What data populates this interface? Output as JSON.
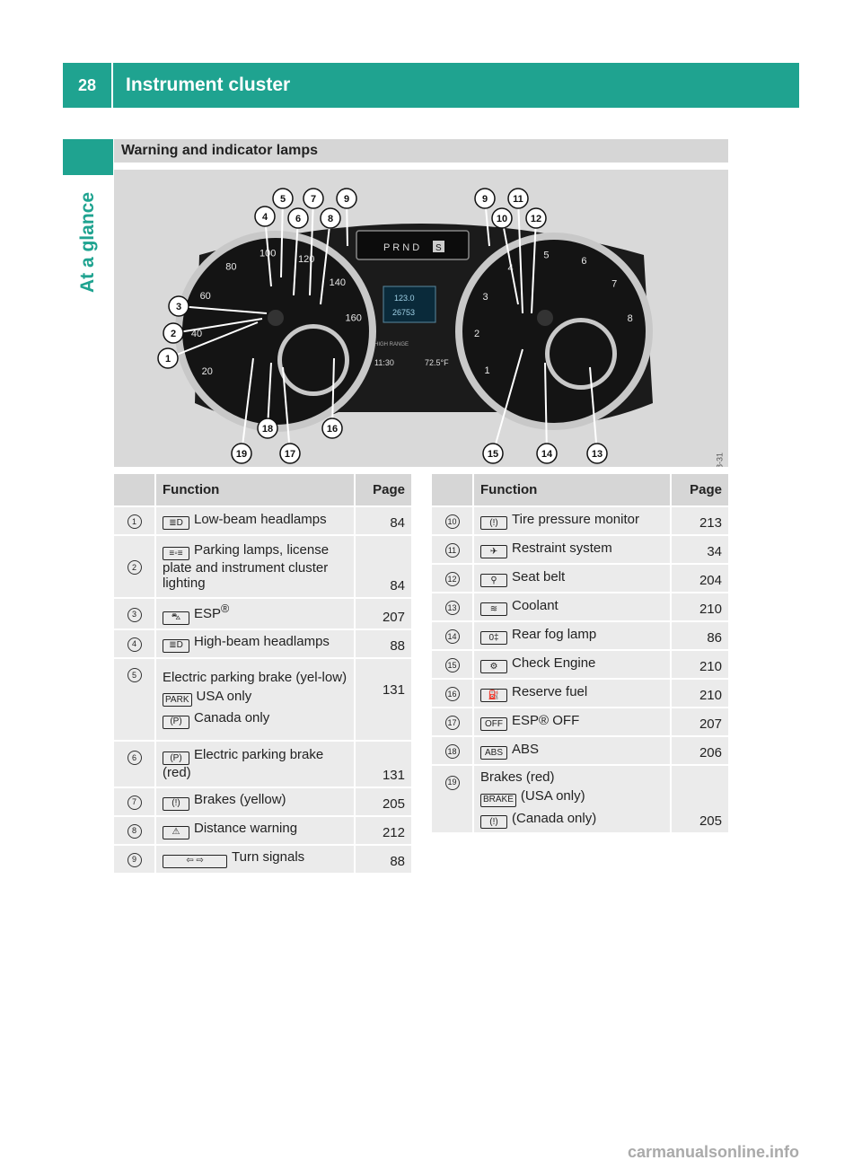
{
  "header": {
    "page_number": "28",
    "title": "Instrument cluster",
    "side_label": "At a glance"
  },
  "section": {
    "title": "Warning and indicator lamps"
  },
  "figure": {
    "id": "P54.33-4438-31",
    "display": {
      "gear": "P R N D",
      "gear_badge": "S",
      "odometer_trip": "123.0",
      "odometer_total": "26753",
      "label_high_range": "HIGH RANGE",
      "time": "11:30",
      "temp": "72.5°F"
    },
    "speedo_ticks": [
      "20",
      "40",
      "60",
      "80",
      "100",
      "120",
      "140",
      "160"
    ],
    "tacho_ticks": [
      "1",
      "2",
      "3",
      "4",
      "5",
      "6",
      "7",
      "8"
    ],
    "callouts": [
      "1",
      "2",
      "3",
      "4",
      "5",
      "6",
      "7",
      "8",
      "9",
      "9",
      "10",
      "11",
      "12",
      "13",
      "14",
      "15",
      "16",
      "17",
      "18",
      "19"
    ]
  },
  "table_headers": {
    "function": "Function",
    "page": "Page"
  },
  "left_rows": [
    {
      "num": "1",
      "icon": "≣D",
      "icon_name": "low-beam-icon",
      "text": "Low-beam headlamps",
      "page": "84"
    },
    {
      "num": "2",
      "icon": "≡◦≡",
      "icon_name": "parking-lamps-icon",
      "text": "Parking lamps, license plate and instrument cluster lighting",
      "page": "84"
    },
    {
      "num": "3",
      "icon": "⛍",
      "icon_name": "esp-icon",
      "text": "ESP",
      "page": "207"
    },
    {
      "num": "4",
      "icon": "≣D",
      "icon_name": "high-beam-icon",
      "text": "High-beam headlamps",
      "page": "88"
    },
    {
      "num": "5",
      "text": "Electric parking brake (yel-low)",
      "page": "131",
      "sub": [
        {
          "icon": "PARK",
          "icon_name": "park-icon",
          "text": "USA only"
        },
        {
          "icon": "(P)",
          "icon_name": "parking-brake-icon",
          "text": "Canada only"
        }
      ]
    },
    {
      "num": "6",
      "icon": "(P)",
      "icon_name": "parking-brake-red-icon",
      "text": "Electric parking brake (red)",
      "page": "131"
    },
    {
      "num": "7",
      "icon": "(!)",
      "icon_name": "brake-yellow-icon",
      "text": "Brakes (yellow)",
      "page": "205"
    },
    {
      "num": "8",
      "icon": "⚠",
      "icon_name": "distance-warning-icon",
      "text": "Distance warning",
      "page": "212"
    },
    {
      "num": "9",
      "icon": "⇦ ⇨",
      "icon_name": "turn-signals-icon",
      "text": "Turn signals",
      "page": "88"
    }
  ],
  "right_rows": [
    {
      "num": "10",
      "icon": "(!)",
      "icon_name": "tire-pressure-icon",
      "text": "Tire pressure monitor",
      "page": "213"
    },
    {
      "num": "11",
      "icon": "✈",
      "icon_name": "restraint-icon",
      "text": "Restraint system",
      "page": "34"
    },
    {
      "num": "12",
      "icon": "⚲",
      "icon_name": "seat-belt-icon",
      "text": "Seat belt",
      "page": "204"
    },
    {
      "num": "13",
      "icon": "≋",
      "icon_name": "coolant-icon",
      "text": "Coolant",
      "page": "210"
    },
    {
      "num": "14",
      "icon": "0‡",
      "icon_name": "rear-fog-icon",
      "text": "Rear fog lamp",
      "page": "86"
    },
    {
      "num": "15",
      "icon": "⚙",
      "icon_name": "check-engine-icon",
      "text": "Check Engine",
      "page": "210"
    },
    {
      "num": "16",
      "icon": "⛽",
      "icon_name": "fuel-icon",
      "text": "Reserve fuel",
      "page": "210"
    },
    {
      "num": "17",
      "icon": "OFF",
      "icon_name": "esp-off-icon",
      "text": "ESP® OFF",
      "page": "207"
    },
    {
      "num": "18",
      "icon": "ABS",
      "icon_name": "abs-icon",
      "text": "ABS",
      "page": "206"
    },
    {
      "num": "19",
      "text": "Brakes (red)",
      "page": "205",
      "sub": [
        {
          "icon": "BRAKE",
          "icon_name": "brake-usa-icon",
          "text": "(USA only)"
        },
        {
          "icon": "(!)",
          "icon_name": "brake-canada-icon",
          "text": "(Canada only)"
        }
      ]
    }
  ],
  "watermark": "carmanualsonline.info"
}
